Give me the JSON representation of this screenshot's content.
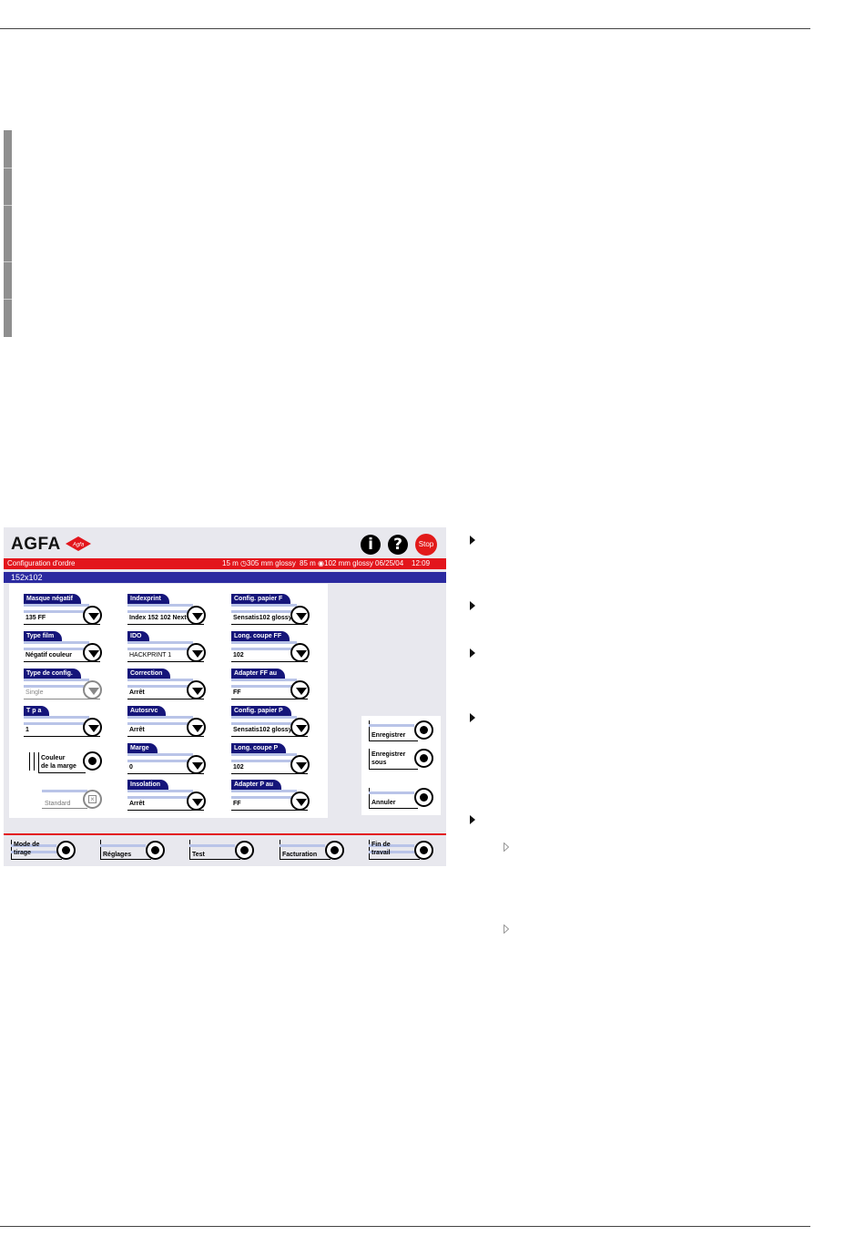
{
  "header": {
    "logo_text": "AGFA",
    "logo_badge_text": "Agfa",
    "info_icon": "i",
    "help_icon": "?",
    "stop_label": "Stop"
  },
  "titlebar": {
    "title": "Configuration d'ordre",
    "status1_length": "15 m",
    "status1_paper": "305 mm glossy",
    "status2_length": "85 m",
    "status2_paper": "102 mm glossy",
    "date": "06/25/04",
    "time": "12:09"
  },
  "subbar": {
    "title": "152x102"
  },
  "fields": {
    "masque": {
      "label": "Masque négatif",
      "value": "135 FF"
    },
    "typefilm": {
      "label": "Type film",
      "value": "Négatif couleur"
    },
    "typeconfig": {
      "label": "Type de config.",
      "value": "Single"
    },
    "tpa": {
      "label": "T p a",
      "value": "1"
    },
    "indexprint": {
      "label": "Indexprint",
      "value": "Index 152 102 Next"
    },
    "ido": {
      "label": "IDO",
      "value": "HACKPRINT 1"
    },
    "correction": {
      "label": "Correction",
      "value": "Arrêt"
    },
    "autosrvc": {
      "label": "Autosrvc",
      "value": "Arrêt"
    },
    "marge": {
      "label": "Marge",
      "value": "0"
    },
    "insolation": {
      "label": "Insolation",
      "value": "Arrêt"
    },
    "configpapierf": {
      "label": "Config. papier F",
      "value": "Sensatis102 glossy"
    },
    "longcoupeff": {
      "label": "Long. coupe FF",
      "value": "102"
    },
    "adapterffau": {
      "label": "Adapter FF au",
      "value": "FF"
    },
    "configpapierp": {
      "label": "Config. papier P",
      "value": "Sensatis102 glossy"
    },
    "longcoupep": {
      "label": "Long. coupe P",
      "value": "102"
    },
    "adapterpau": {
      "label": "Adapter P au",
      "value": "FF"
    }
  },
  "couleur_marge": {
    "line1": "Couleur",
    "line2": "de la marge"
  },
  "standard": {
    "label": "Standard"
  },
  "side_buttons": {
    "save": "Enregistrer",
    "save_as_1": "Enregistrer",
    "save_as_2": "sous",
    "cancel": "Annuler"
  },
  "footer_buttons": {
    "mode_1": "Mode de",
    "mode_2": "tirage",
    "reglages": "Réglages",
    "test": "Test",
    "facturation": "Facturation",
    "fin_1": "Fin de",
    "fin_2": "travail"
  },
  "colors": {
    "red": "#e3151c",
    "blue": "#2b2aa0",
    "navy": "#15157a"
  }
}
